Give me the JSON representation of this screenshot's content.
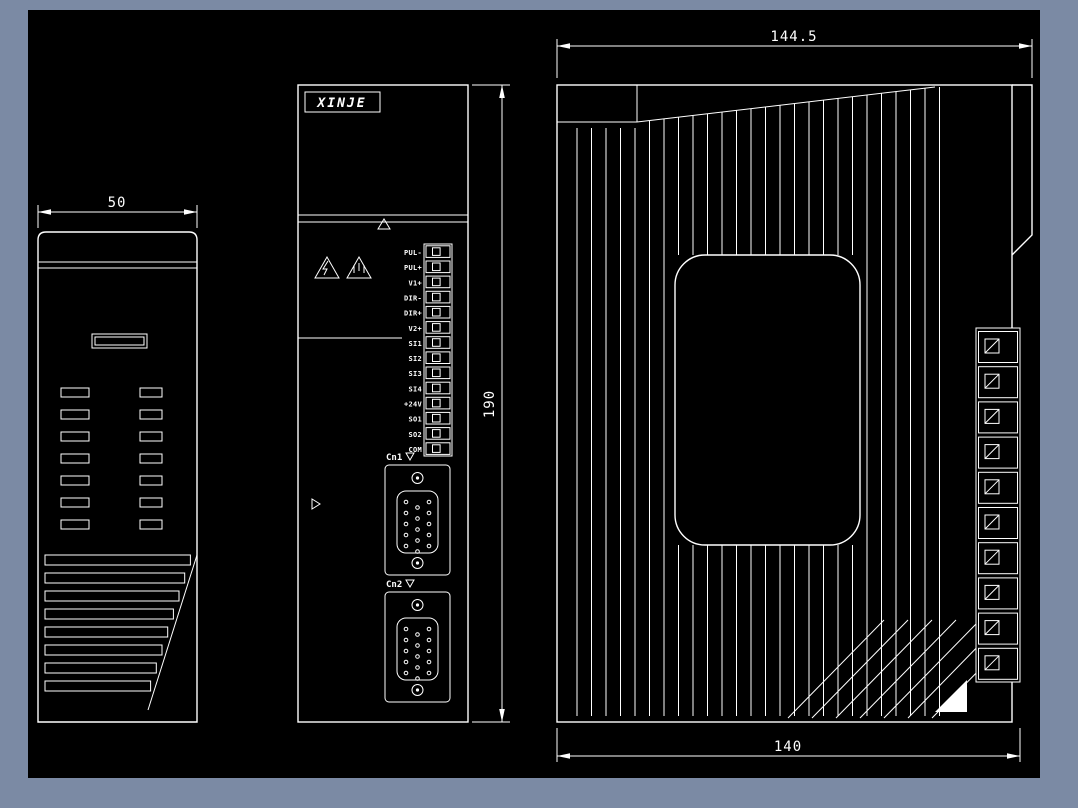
{
  "colors": {
    "frame_bg": "#7b8aa4",
    "canvas_bg": "#000000",
    "line": "#ffffff"
  },
  "left_view": {
    "width_dim": "50"
  },
  "front_view": {
    "logo": "XINJE",
    "height_dim": "190",
    "connector1_label": "Cn1",
    "connector2_label": "Cn2",
    "terminals": [
      "PUL-",
      "PUL+",
      "V1+",
      "DIR-",
      "DIR+",
      "V2+",
      "SI1",
      "SI2",
      "SI3",
      "SI4",
      "+24V",
      "SO1",
      "SO2",
      "COM"
    ]
  },
  "side_view": {
    "top_dim": "144.5",
    "bottom_dim": "140"
  },
  "icons": [
    "up-triangle-marker",
    "down-triangle-marker",
    "right-triangle-marker",
    "lightning-warning-icon",
    "hot-surface-warning-icon"
  ]
}
